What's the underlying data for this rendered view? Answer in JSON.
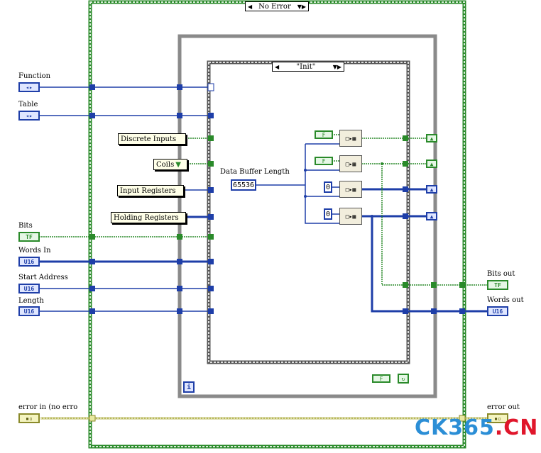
{
  "outer_case": {
    "selector_label": "No Error"
  },
  "inner_case": {
    "selector_label": "\"Init\""
  },
  "controls": [
    {
      "label": "Function",
      "type": "ring"
    },
    {
      "label": "Table",
      "type": "ring"
    },
    {
      "label": "Bits",
      "type": "TF"
    },
    {
      "label": "Words In",
      "type": "U16"
    },
    {
      "label": "Start Address",
      "type": "U16"
    },
    {
      "label": "Length",
      "type": "U16"
    },
    {
      "label": "error in (no erro",
      "type": "cluster"
    }
  ],
  "indicators": [
    {
      "label": "Bits out",
      "type": "TF"
    },
    {
      "label": "Words out",
      "type": "U16"
    },
    {
      "label": "error out",
      "type": "cluster"
    }
  ],
  "rings": {
    "discrete_inputs": "Discrete Inputs",
    "coils": "Coils",
    "input_registers": "Input Registers",
    "holding_registers": "Holding Registers"
  },
  "constants": {
    "buffer_length_label": "Data Buffer Length",
    "buffer_length_value": "65536",
    "zero_1": "0",
    "zero_2": "0",
    "bool_f1": "F",
    "bool_f2": "F",
    "bool_f3": "F"
  },
  "loop_iteration_label": "i",
  "watermark": {
    "part1": "CK365",
    "part2": ".CN"
  },
  "colors": {
    "bool_wire": "#2a8a2a",
    "num_wire": "#1e3ea8",
    "error_wire": "#c8c86a",
    "frame": "#8a8a8a"
  }
}
